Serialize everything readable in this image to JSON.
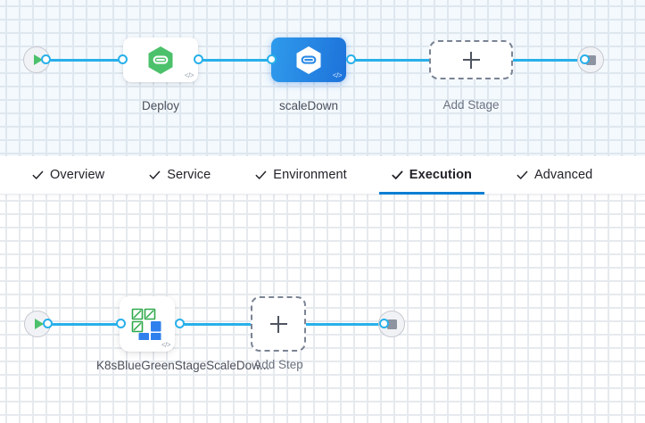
{
  "pipeline": {
    "stage_canvas": {
      "start_node": {
        "name": "pipeline-start",
        "icon": "play-icon"
      },
      "end_node": {
        "name": "pipeline-end",
        "icon": "stop-icon"
      },
      "stages": [
        {
          "label": "Deploy",
          "icon": "harness-cd-hexagon-icon",
          "selected": false,
          "badge": "</>"
        },
        {
          "label": "scaleDown",
          "icon": "harness-cd-hexagon-icon",
          "selected": true,
          "badge": "</>"
        }
      ],
      "add_stage": {
        "label": "Add Stage",
        "icon": "plus-icon"
      }
    },
    "tabs": [
      {
        "label": "Overview",
        "icon": "check-icon",
        "active": false
      },
      {
        "label": "Service",
        "icon": "check-icon",
        "active": false
      },
      {
        "label": "Environment",
        "icon": "check-icon",
        "active": false
      },
      {
        "label": "Execution",
        "icon": "check-icon",
        "active": true
      },
      {
        "label": "Advanced",
        "icon": "check-icon",
        "active": false
      }
    ],
    "step_canvas": {
      "start_node": {
        "name": "execution-start",
        "icon": "play-icon"
      },
      "end_node": {
        "name": "execution-end",
        "icon": "stop-icon"
      },
      "steps": [
        {
          "label": "K8sBlueGreenStageScaleDow...",
          "icon": "k8s-scale-down-icon",
          "badge": "</>"
        }
      ],
      "add_step": {
        "label": "Add Step",
        "icon": "plus-icon"
      }
    }
  },
  "colors": {
    "accent_blue": "#0b7fd4",
    "connector_blue": "#28b0ea",
    "selected_stage_gradient_from": "#2f9bec",
    "selected_stage_gradient_to": "#1d72da",
    "harness_green": "#4cc16b",
    "k8s_icon_green": "#2fa94a",
    "k8s_icon_blue": "#2f80ed",
    "canvas_top_bg": "#f3f9fd",
    "canvas_bottom_bg": "#ffffff",
    "label_text": "#4b505c"
  }
}
